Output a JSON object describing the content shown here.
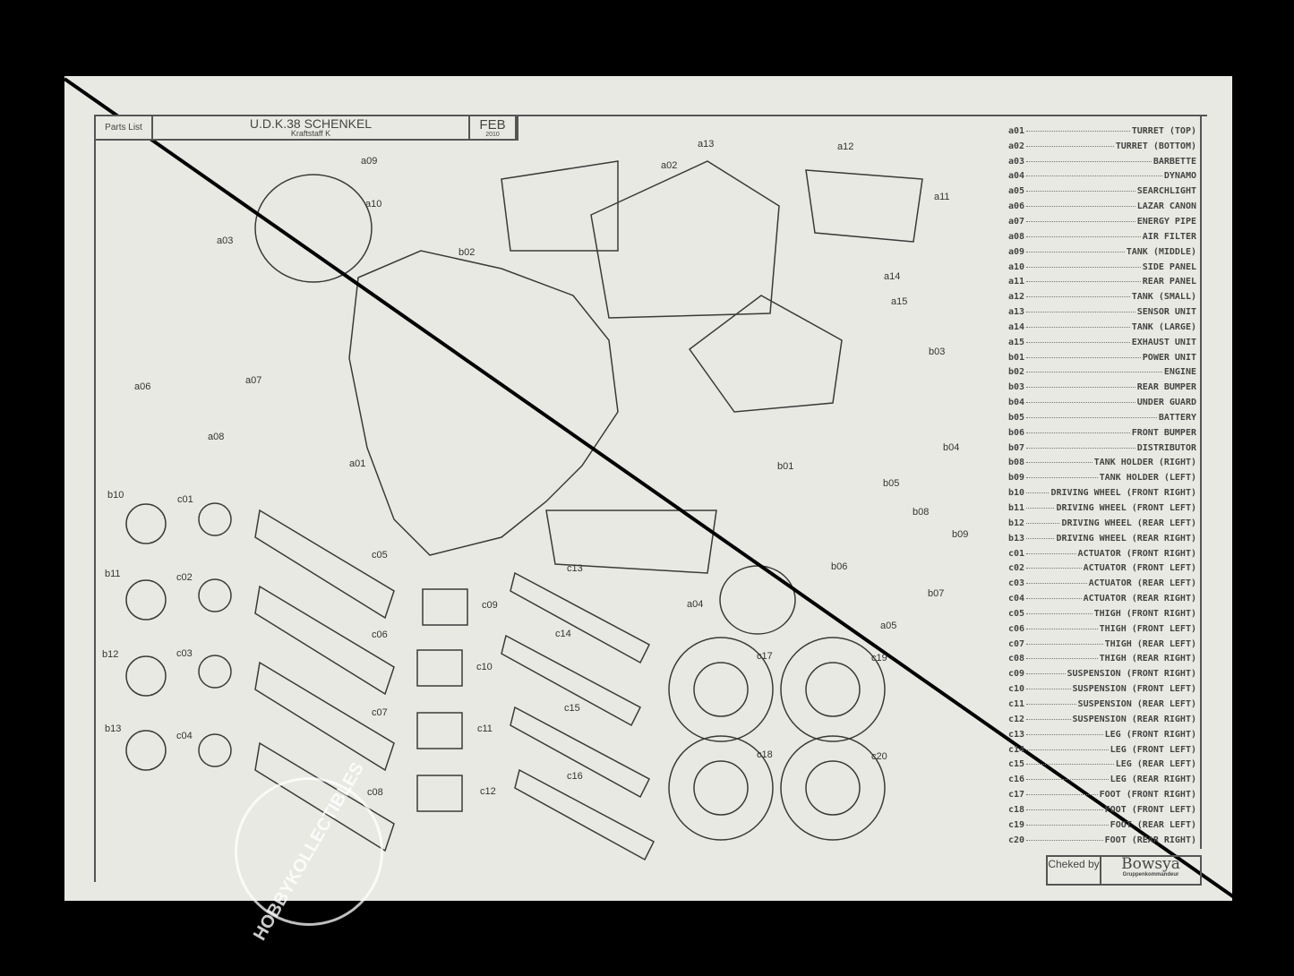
{
  "title_block": {
    "parts_label": "Parts List",
    "name": "U.D.K.38 SCHENKEL",
    "subtitle": "Kraftstaff K",
    "month": "FEB",
    "year": "2010"
  },
  "parts": [
    {
      "code": "a01",
      "name": "TURRET (TOP)"
    },
    {
      "code": "a02",
      "name": "TURRET (BOTTOM)"
    },
    {
      "code": "a03",
      "name": "BARBETTE"
    },
    {
      "code": "a04",
      "name": "DYNAMO"
    },
    {
      "code": "a05",
      "name": "SEARCHLIGHT"
    },
    {
      "code": "a06",
      "name": "LAZAR CANON"
    },
    {
      "code": "a07",
      "name": "ENERGY PIPE"
    },
    {
      "code": "a08",
      "name": "AIR FILTER"
    },
    {
      "code": "a09",
      "name": "TANK (MIDDLE)"
    },
    {
      "code": "a10",
      "name": "SIDE PANEL"
    },
    {
      "code": "a11",
      "name": "REAR PANEL"
    },
    {
      "code": "a12",
      "name": "TANK (SMALL)"
    },
    {
      "code": "a13",
      "name": "SENSOR UNIT"
    },
    {
      "code": "a14",
      "name": "TANK (LARGE)"
    },
    {
      "code": "a15",
      "name": "EXHAUST UNIT"
    },
    {
      "code": "b01",
      "name": "POWER UNIT"
    },
    {
      "code": "b02",
      "name": "ENGINE"
    },
    {
      "code": "b03",
      "name": "REAR BUMPER"
    },
    {
      "code": "b04",
      "name": "UNDER GUARD"
    },
    {
      "code": "b05",
      "name": "BATTERY"
    },
    {
      "code": "b06",
      "name": "FRONT BUMPER"
    },
    {
      "code": "b07",
      "name": "DISTRIBUTOR"
    },
    {
      "code": "b08",
      "name": "TANK HOLDER (RIGHT)"
    },
    {
      "code": "b09",
      "name": "TANK HOLDER (LEFT)"
    },
    {
      "code": "b10",
      "name": "DRIVING WHEEL (FRONT RIGHT)"
    },
    {
      "code": "b11",
      "name": "DRIVING WHEEL (FRONT LEFT)"
    },
    {
      "code": "b12",
      "name": "DRIVING WHEEL (REAR LEFT)"
    },
    {
      "code": "b13",
      "name": "DRIVING WHEEL (REAR RIGHT)"
    },
    {
      "code": "c01",
      "name": "ACTUATOR (FRONT RIGHT)"
    },
    {
      "code": "c02",
      "name": "ACTUATOR (FRONT LEFT)"
    },
    {
      "code": "c03",
      "name": "ACTUATOR (REAR LEFT)"
    },
    {
      "code": "c04",
      "name": "ACTUATOR (REAR RIGHT)"
    },
    {
      "code": "c05",
      "name": "THIGH (FRONT RIGHT)"
    },
    {
      "code": "c06",
      "name": "THIGH (FRONT LEFT)"
    },
    {
      "code": "c07",
      "name": "THIGH (REAR LEFT)"
    },
    {
      "code": "c08",
      "name": "THIGH (REAR RIGHT)"
    },
    {
      "code": "c09",
      "name": "SUSPENSION (FRONT RIGHT)"
    },
    {
      "code": "c10",
      "name": "SUSPENSION (FRONT LEFT)"
    },
    {
      "code": "c11",
      "name": "SUSPENSION (REAR LEFT)"
    },
    {
      "code": "c12",
      "name": "SUSPENSION (REAR RIGHT)"
    },
    {
      "code": "c13",
      "name": "LEG (FRONT RIGHT)"
    },
    {
      "code": "c14",
      "name": "LEG (FRONT LEFT)"
    },
    {
      "code": "c15",
      "name": "LEG (REAR LEFT)"
    },
    {
      "code": "c16",
      "name": "LEG (REAR RIGHT)"
    },
    {
      "code": "c17",
      "name": "FOOT (FRONT RIGHT)"
    },
    {
      "code": "c18",
      "name": "FOOT (FRONT LEFT)"
    },
    {
      "code": "c19",
      "name": "FOOT (REAR LEFT)"
    },
    {
      "code": "c20",
      "name": "FOOT (REAR RIGHT)"
    }
  ],
  "checked": {
    "label": "Cheked by",
    "signature": "Bowsya",
    "rank": "Gruppenkommandeur"
  },
  "watermark": "HOBBYKOLLECTIBLES"
}
